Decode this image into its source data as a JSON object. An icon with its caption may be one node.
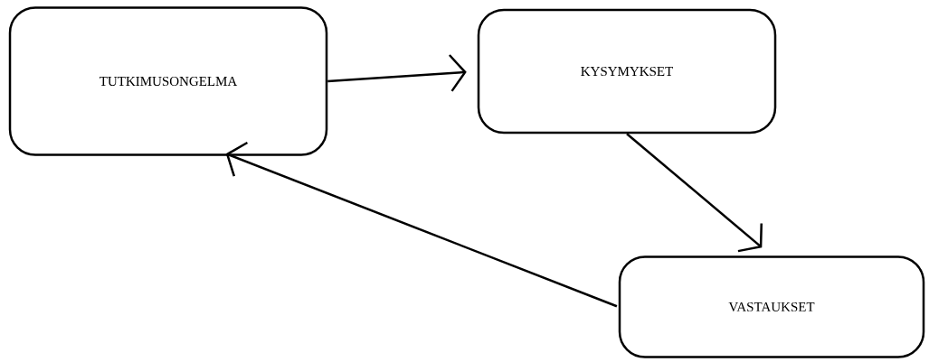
{
  "diagram": {
    "nodes": [
      {
        "text": [
          "TUTKIMUSONGELMA"
        ]
      },
      {
        "text": [
          "KYSYMYKSET"
        ]
      },
      {
        "text": [
          "VASTAUKSET"
        ]
      }
    ],
    "edges": [
      {
        "from": 0,
        "to": 1,
        "arrow": "to"
      },
      {
        "from": 1,
        "to": 2,
        "arrow": "to"
      },
      {
        "from": 2,
        "to": 0,
        "arrow": "to"
      }
    ]
  }
}
